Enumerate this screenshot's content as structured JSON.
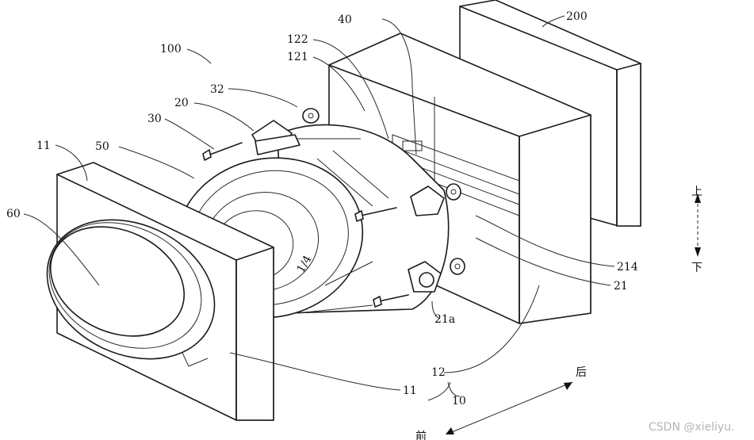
{
  "labels": {
    "l100": "100",
    "l40": "40",
    "l200": "200",
    "l122": "122",
    "l121": "121",
    "l32": "32",
    "l20": "20",
    "l30": "30",
    "l50": "50",
    "l11_top": "11",
    "l60": "60",
    "l214": "214",
    "l21": "21",
    "l21a": "21a",
    "l12": "12",
    "l11_bottom": "11",
    "l10": "10"
  },
  "directions": {
    "up": "上",
    "down": "下",
    "back": "后",
    "front": "前"
  },
  "watermark": "CSDN @xieliyu."
}
